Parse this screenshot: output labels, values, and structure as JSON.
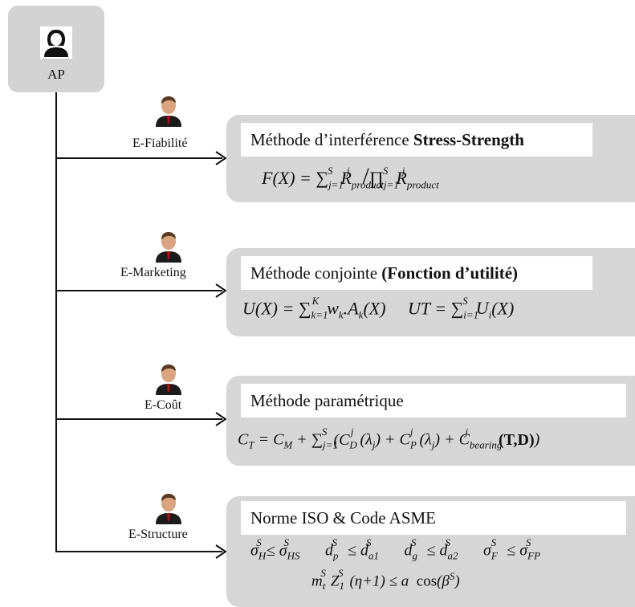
{
  "root": {
    "label": "AP",
    "icon": "woman-user-icon"
  },
  "experts": [
    {
      "label": "E-Fiabilité",
      "icon": "businessman-icon",
      "title_prefix": "Méthode d’interférence ",
      "title_bold": "Stress-Strength",
      "formula": "F(X) = ∑ⱼ₌₁ˢ R_product^j / ∏ⱼ₌₁ˢ R_product^j"
    },
    {
      "label": "E-Marketing",
      "icon": "businessman-icon",
      "title_prefix": "Méthode conjointe ",
      "title_bold": "(Fonction d’utilité)",
      "formula": "U(X) = ∑ₖ₌₁ᴷ wₖ.Aₖ(X)    UT = ∑ᵢ₌₁ˢ Uᵢ(X)"
    },
    {
      "label": "E-Coût",
      "icon": "businessman-icon",
      "title_prefix": "Méthode paramétrique",
      "title_bold": "",
      "formula": "C_T = C_M + ∑ⱼ₌₁ˢ (C_D^j(λⱼ) + C_P^j(λⱼ) + C_bearing^j(T,D))"
    },
    {
      "label": "E-Structure",
      "icon": "businessman-icon",
      "title_prefix": "Norme ISO & Code ASME",
      "title_bold": "",
      "formula": "σ_H^S ≤ σ_HS^S   d_p^S ≤ d_a1^S   d_g^S ≤ d_a2^S   σ_F^S ≤ σ_FP^S ; m_t^S Z_1^S (η+1) ≤ a cos(β^S)"
    }
  ]
}
